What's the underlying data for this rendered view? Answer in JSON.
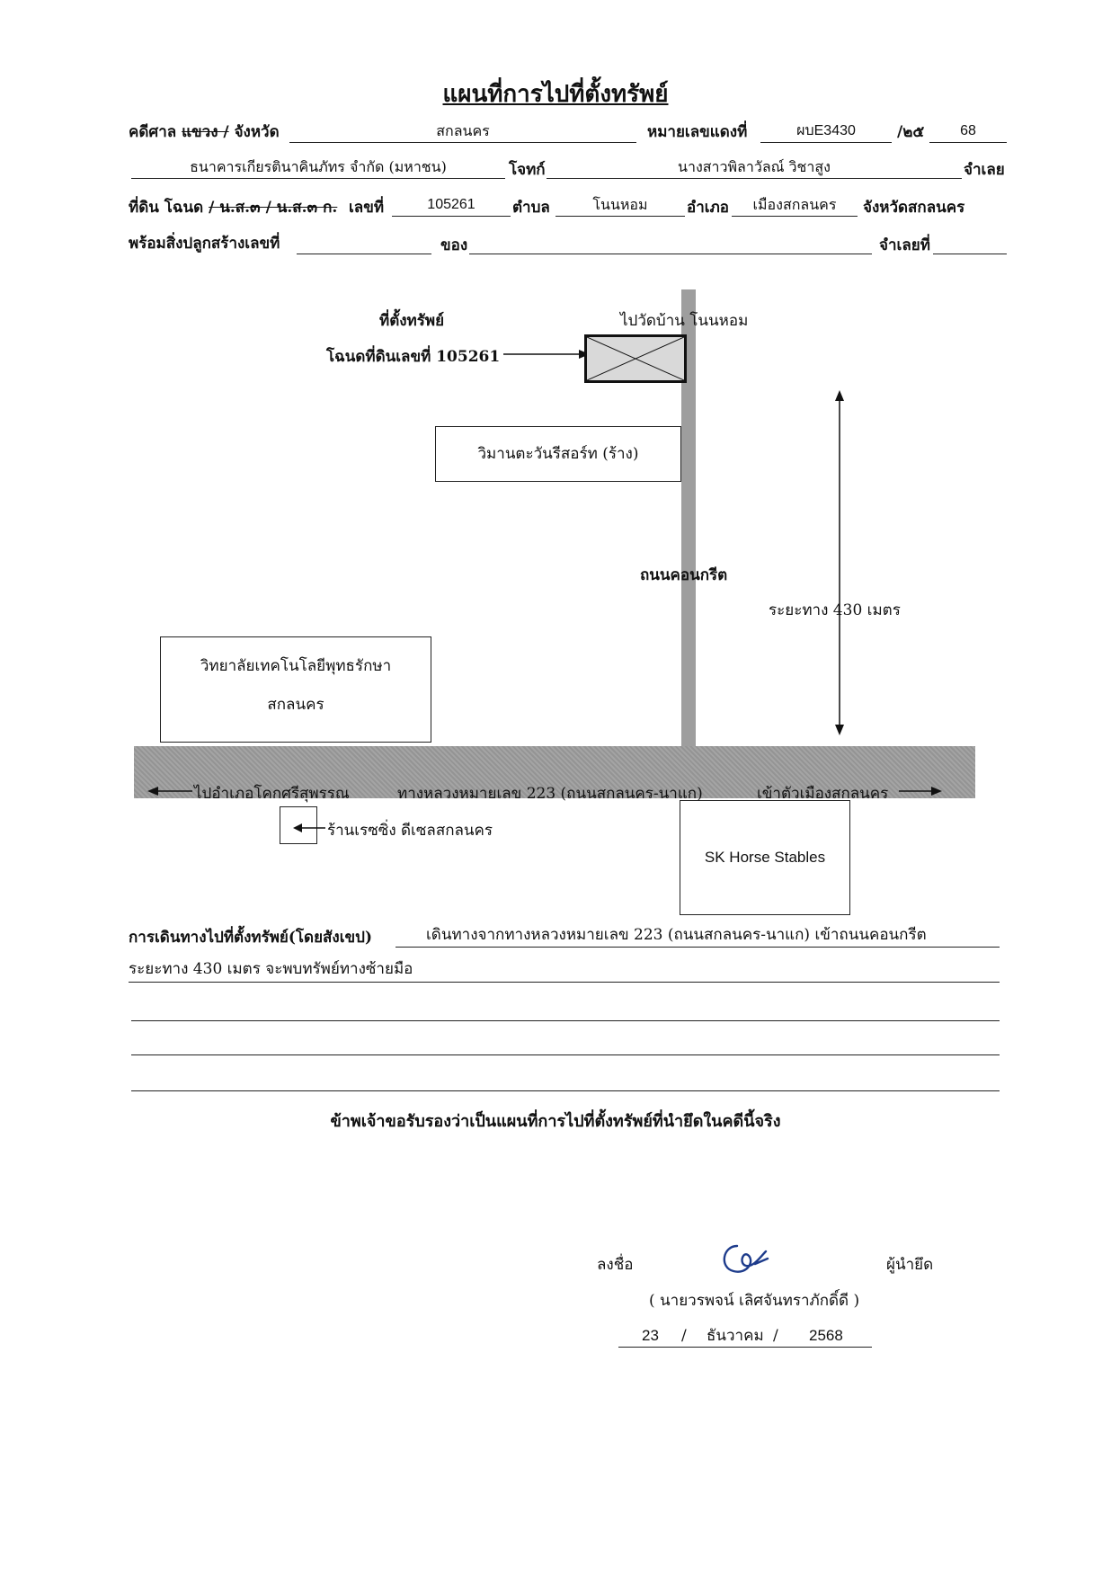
{
  "title": "แผนที่การไปที่ตั้งทรัพย์",
  "header": {
    "court_label_prefix": "คดีศาล",
    "court_label_struck": "แขวง /",
    "court_label_suffix": "จังหวัด",
    "court_value": "สกลนคร",
    "red_case_label": "หมายเลขแดงที่",
    "red_case_value": "ผบE3430",
    "year_sep": "/๒๕",
    "year_value": "68",
    "plaintiff_value": "ธนาคารเกียรตินาคินภัทร จำกัด (มหาชน)",
    "plaintiff_label": "โจทก์",
    "defendant_value": "นางสาวพิลาวัลณ์ วิชาสูง",
    "defendant_label": "จำเลย",
    "land_label": "ที่ดิน โฉนด",
    "land_struck": "/ น.ส.๓ / น.ส.๓ ก.",
    "number_label": "เลขที่",
    "number_value": "105261",
    "subdistrict_label": "ตำบล",
    "subdistrict_value": "โนนหอม",
    "district_label": "อำเภอ",
    "district_value": "เมืองสกลนคร",
    "province_text": "จังหวัดสกลนคร",
    "building_label": "พร้อมสิ่งปลูกสร้างเลขที่",
    "of_label": "ของ",
    "defendant_no_label": "จำเลยที่"
  },
  "map": {
    "property_heading": "ที่ตั้งทรัพย์",
    "to_temple": "ไปวัดบ้าน โนนหอม",
    "deed_label": "โฉนดที่ดินเลขที่ 105261",
    "resort": "วิมานตะวันรีสอร์ท (ร้าง)",
    "concrete_road": "ถนนคอนกรีต",
    "distance": "ระยะทาง 430 เมตร",
    "college_line1": "วิทยาลัยเทคโนโลยีพุทธรักษา",
    "college_line2": "สกลนคร",
    "to_khok": "ไปอำเภอโคกศรีสุพรรณ",
    "highway": "ทางหลวงหมายเลข 223 (ถนนสกลนคร-นาแก)",
    "to_city": "เข้าตัวเมืองสกลนคร",
    "racing_shop": "ร้านเรซซิ่ง ดีเซลสกลนคร",
    "stables": "SK Horse Stables"
  },
  "directions": {
    "label": "การเดินทางไปที่ตั้งทรัพย์(โดยสังเขป)",
    "line1": "เดินทางจากทางหลวงหมายเลข 223 (ถนนสกลนคร-นาแก) เข้าถนนคอนกรีต",
    "line2": "ระยะทาง 430 เมตร  จะพบทรัพย์ทางซ้ายมือ"
  },
  "certification": "ข้าพเจ้าขอรับรองว่าเป็นแผนที่การไปที่ตั้งทรัพย์ที่นำยึดในคดีนี้จริง",
  "signature": {
    "sign_label": "ลงชื่อ",
    "role": "ผู้นำยึด",
    "name": "( นายวรพจน์ เลิศจันทราภักดิ์ดี )",
    "day": "23",
    "month": "ธันวาคม",
    "year": "2568"
  }
}
